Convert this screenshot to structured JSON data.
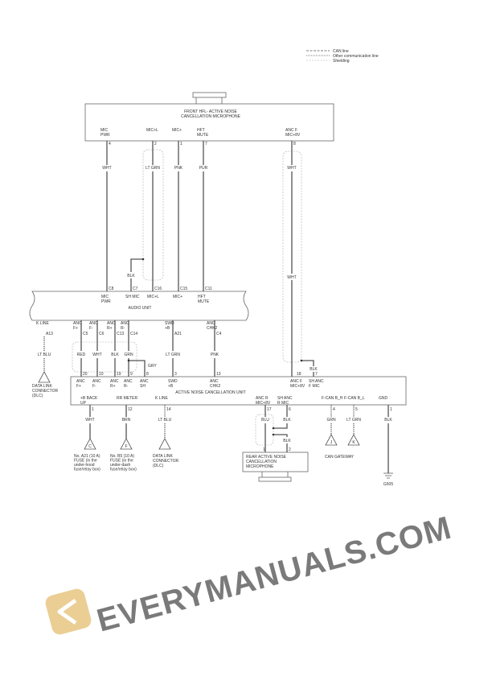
{
  "legend": {
    "can": "CAN line",
    "other": "Other communication line",
    "shield": "Shielding"
  },
  "front_mic": {
    "title1": "FRONT HFL- ACTIVE NOISE",
    "title2": "CANCELLATION MICROPHONE",
    "pins": [
      {
        "l1": "MIC",
        "l2": "PWR",
        "n": "4",
        "wire": "WHT"
      },
      {
        "l1": "MIC+L",
        "l2": "",
        "n": "2",
        "wire": "LT GRN"
      },
      {
        "l1": "MIC+",
        "l2": "",
        "n": "1",
        "wire": "PNK"
      },
      {
        "l1": "HFT",
        "l2": "MUTE",
        "n": "7",
        "wire": "PUR"
      },
      {
        "l1": "ANC F",
        "l2": "MIC+8V",
        "n": "8",
        "wire": "WHT"
      }
    ]
  },
  "audio": {
    "title": "AUDIO UNIT",
    "shield_wire": "BLK",
    "top": [
      {
        "n": "C8",
        "l1": "MIC",
        "l2": "PWR"
      },
      {
        "n": "C7",
        "l1": "SH MIC",
        "l2": ""
      },
      {
        "n": "C16",
        "l1": "MIC+L",
        "l2": ""
      },
      {
        "n": "C15",
        "l1": "MIC+",
        "l2": ""
      },
      {
        "n": "C11",
        "l1": "HFT",
        "l2": "MUTE"
      }
    ],
    "bottom": [
      {
        "n": "A13",
        "l1": "K LINE",
        "l2": "",
        "wire": "LT BLU"
      },
      {
        "n": "C5",
        "l1": "ANC",
        "l2": "F+",
        "wire": "RED"
      },
      {
        "n": "C6",
        "l1": "ANC",
        "l2": "F-",
        "wire": "WHT"
      },
      {
        "n": "C13",
        "l1": "ANC",
        "l2": "R+",
        "wire": "BLK"
      },
      {
        "n": "C14",
        "l1": "ANC",
        "l2": "R-",
        "wire": "GRN"
      },
      {
        "n": "A21",
        "l1": "SWD",
        "l2": "+B",
        "wire": "LT GRN"
      },
      {
        "n": "C4",
        "l1": "ANC",
        "l2": "CHK2",
        "wire": "PNK"
      }
    ],
    "gry": "GRY"
  },
  "dlc1": {
    "l1": "DATA LINK",
    "l2": "CONNECTOR",
    "l3": "(DLC)"
  },
  "anc": {
    "title": "ACTIVE NOISE CANCELLATION UNIT",
    "top": [
      {
        "n": "20",
        "l1": "ANC",
        "l2": "F+"
      },
      {
        "n": "10",
        "l1": "ANC",
        "l2": "F-"
      },
      {
        "n": "19",
        "l1": "ANC",
        "l2": "R+"
      },
      {
        "n": "9",
        "l1": "ANC",
        "l2": "R-"
      },
      {
        "n": "8",
        "l1": "ANC",
        "l2": "SH"
      },
      {
        "n": "3",
        "l1": "SWD",
        "l2": "+B"
      },
      {
        "n": "13",
        "l1": "ANC",
        "l2": "CHK2"
      },
      {
        "n": "18",
        "l1": "ANC F",
        "l2": "MIC+8V"
      },
      {
        "n": "7",
        "l1": "SH ANC",
        "l2": "F MIC"
      }
    ],
    "shf_wire": "BLK",
    "bottom": [
      {
        "n": "1",
        "l1": "+B BACK",
        "l2": "UP",
        "wire": "WHT"
      },
      {
        "n": "12",
        "l1": "RR METER",
        "l2": "",
        "wire": "BRN"
      },
      {
        "n": "14",
        "l1": "K LINE",
        "l2": "",
        "wire": "LT BLU"
      },
      {
        "n": "17",
        "l1": "ANC R",
        "l2": "MIC+8V",
        "wire": "BLU"
      },
      {
        "n": "6",
        "l1": "SH ANC",
        "l2": "R MIC",
        "wire": "BLK"
      },
      {
        "n": "4",
        "l1": "F-CAN B_H",
        "l2": "",
        "wire": "GRN"
      },
      {
        "n": "5",
        "l1": "F-CAN B_L",
        "l2": "",
        "wire": "LT GRN"
      },
      {
        "n": "1",
        "l1": "GND",
        "l2": "",
        "wire": "BLK"
      }
    ]
  },
  "fuse_c": {
    "tri": "C",
    "l1": "No. A21 (10 A)",
    "l2": "FUSE (in the",
    "l3": "under-hood",
    "l4": "fuse/relay box)"
  },
  "fuse_f": {
    "tri": "F",
    "l1": "No. B5 (10 A)",
    "l2": "FUSE (in the",
    "l3": "under-dash",
    "l4": "fuse/relay box)"
  },
  "dlc2": {
    "l1": "DATA LINK",
    "l2": "CONNECTOR",
    "l3": "(DLC)"
  },
  "rear_mic": {
    "l1": "REAR ACTIVE NOISE",
    "l2": "CANCELLATION",
    "l3": "MICROPHONE",
    "p1": "1",
    "p2": "2",
    "wire2": "BLK"
  },
  "gateway": {
    "title": "CAN GATEWAY",
    "j": "J",
    "k": "K"
  },
  "ground": "G505",
  "watermark": "EVERYMANUALS.COM"
}
